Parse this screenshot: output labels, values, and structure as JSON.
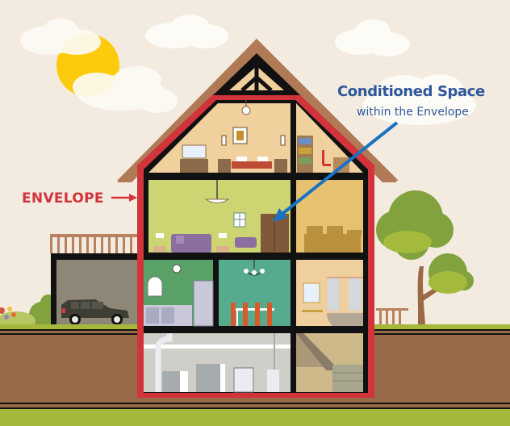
{
  "labels": {
    "envelope": "ENVELOPE",
    "conditioned_title": "Conditioned Space",
    "conditioned_subtitle": "within the Envelope"
  },
  "colors": {
    "sky": "#f3ebe0",
    "envelope_red": "#d1343a",
    "roof_brown": "#b07a56",
    "wall_black": "#111111",
    "arrow_blue": "#1a72c4",
    "label_blue": "#2f579c",
    "grass": "#a6b83c",
    "soil": "#996a48",
    "sun": "#fecb0c",
    "attic": "#f0d09c",
    "living_room": "#cdd573",
    "storage": "#e6c170",
    "kitchen": "#5aa168",
    "dining": "#56aa8e",
    "bath": "#f0cf9e",
    "basement": "#cfcfca",
    "stair_room": "#cdb98a",
    "garage": "#8e8677"
  },
  "rooms": [
    {
      "name": "attic-bedroom",
      "floor": "top"
    },
    {
      "name": "attic-study",
      "floor": "top"
    },
    {
      "name": "living-room",
      "floor": "second"
    },
    {
      "name": "storage-room",
      "floor": "second"
    },
    {
      "name": "kitchen",
      "floor": "first"
    },
    {
      "name": "dining-room",
      "floor": "first"
    },
    {
      "name": "bathroom",
      "floor": "first"
    },
    {
      "name": "basement-utility",
      "floor": "basement"
    },
    {
      "name": "basement-stairs",
      "floor": "basement"
    },
    {
      "name": "garage",
      "floor": "first"
    }
  ]
}
